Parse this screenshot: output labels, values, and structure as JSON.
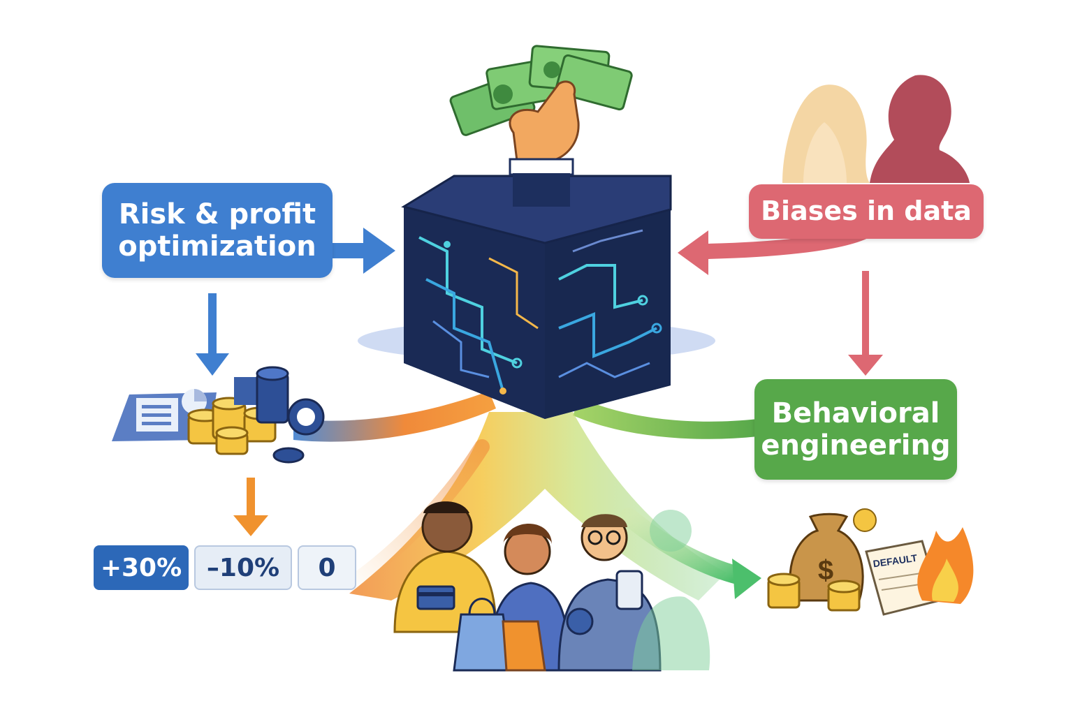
{
  "labels": {
    "risk": {
      "line1": "Risk & profit",
      "line2": "optimization"
    },
    "bias": {
      "line1": "Biases in data"
    },
    "behavioral": {
      "line1": "Behavioral",
      "line2": "engineering"
    }
  },
  "percent_boxes": [
    "+30%",
    "–10%",
    "0"
  ],
  "document_text": "DEFAULT",
  "currency_symbol": "$",
  "icons": [
    "cash-bills-icon",
    "hand-icon",
    "circuit-cube-icon",
    "woman-silhouette-icon",
    "man-silhouette-icon",
    "report-card-icon",
    "coin-stack-icon",
    "poker-chip-icon",
    "people-group-icon",
    "credit-card-icon",
    "shopping-bag-icon",
    "smartphone-icon",
    "money-bag-icon",
    "default-document-icon",
    "fire-icon"
  ],
  "colors": {
    "blue": "#3f7fd0",
    "red": "#dd6872",
    "green": "#57a84a",
    "orange": "#f0922e",
    "navy": "#1d2f5e",
    "gold": "#f4c542"
  }
}
